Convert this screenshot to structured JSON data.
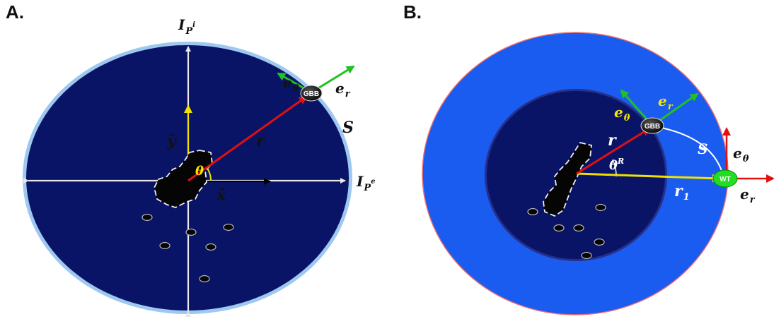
{
  "panels": {
    "a": {
      "label": "A.",
      "axis_top": "I",
      "axis_top_sub": "P",
      "axis_top_sup": "i",
      "axis_right": "I",
      "axis_right_sub": "P",
      "axis_right_sup": "e",
      "e_theta": "e",
      "e_theta_sub": "θ",
      "e_r": "e",
      "e_r_sub": "r",
      "gbb": "GBB",
      "s": "S",
      "r": "r",
      "theta": "θ",
      "y_hat": "ŷ",
      "x_hat": "x̂"
    },
    "b": {
      "label": "B.",
      "e_theta_gbb": "e",
      "e_theta_gbb_sub": "θ",
      "e_r_gbb": "e",
      "e_r_gbb_sub": "r",
      "gbb": "GBB",
      "s": "S",
      "r": "r",
      "theta": "θ",
      "theta_sup": "R",
      "r1": "r",
      "r1_sub": "1",
      "wt": "WT",
      "e_theta_wt": "e",
      "e_theta_wt_sub": "θ",
      "e_r_wt": "e",
      "e_r_wt_sub": "r"
    }
  },
  "colors": {
    "disc_dark": "#0a1466",
    "outer_ring": "#1a5bf0",
    "axis_white": "#e8e8e8",
    "vector_red": "#e01010",
    "vector_green": "#22c022",
    "vector_yellow": "#f0e000",
    "label_yellow": "#f5e600",
    "label_green": "#3ed23e",
    "wt_green": "#22dd22"
  }
}
